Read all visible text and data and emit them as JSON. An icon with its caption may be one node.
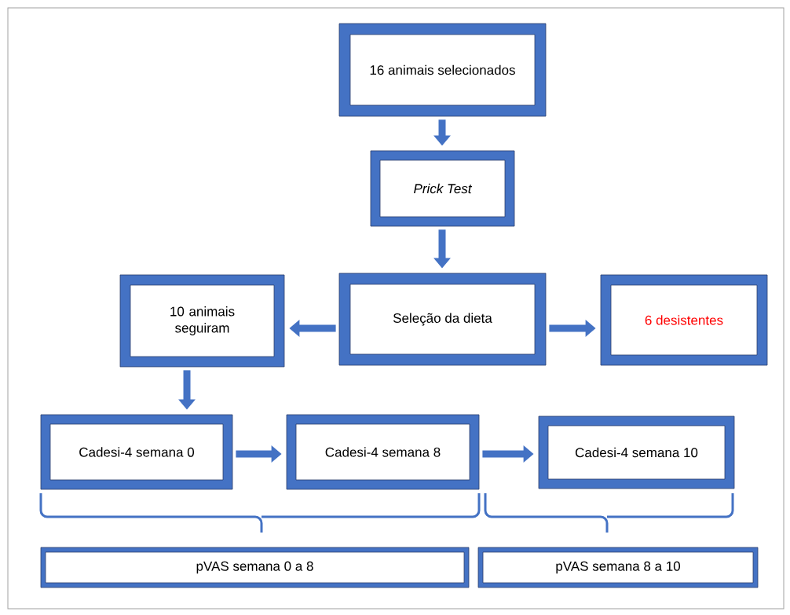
{
  "diagram": {
    "nodes": [
      {
        "text": [
          "16 animais selecionados"
        ]
      },
      {
        "text": [
          "Prick Test"
        ]
      },
      {
        "text": [
          "Seleção da dieta"
        ]
      },
      {
        "text": [
          "10 animais seguiram"
        ]
      },
      {
        "text": [
          "6 desistentes"
        ]
      },
      {
        "text": [
          "Cadesi-4 semana 0"
        ]
      },
      {
        "text": [
          "Cadesi-4 semana 8"
        ]
      },
      {
        "text": [
          "Cadesi-4 semana 10"
        ]
      },
      {
        "text": [
          "pVAS semana 0 a 8"
        ]
      },
      {
        "text": [
          "pVAS semana 8 a 10"
        ]
      }
    ],
    "edges": [
      {
        "from": 0,
        "to": 1,
        "arrow": "to"
      },
      {
        "from": 1,
        "to": 2,
        "arrow": "to"
      },
      {
        "from": 2,
        "to": 3,
        "arrow": "to"
      },
      {
        "from": 2,
        "to": 4,
        "arrow": "to"
      },
      {
        "from": 3,
        "to": 5,
        "arrow": "to"
      },
      {
        "from": 5,
        "to": 6,
        "arrow": "to"
      },
      {
        "from": 6,
        "to": 7,
        "arrow": "to"
      }
    ]
  }
}
